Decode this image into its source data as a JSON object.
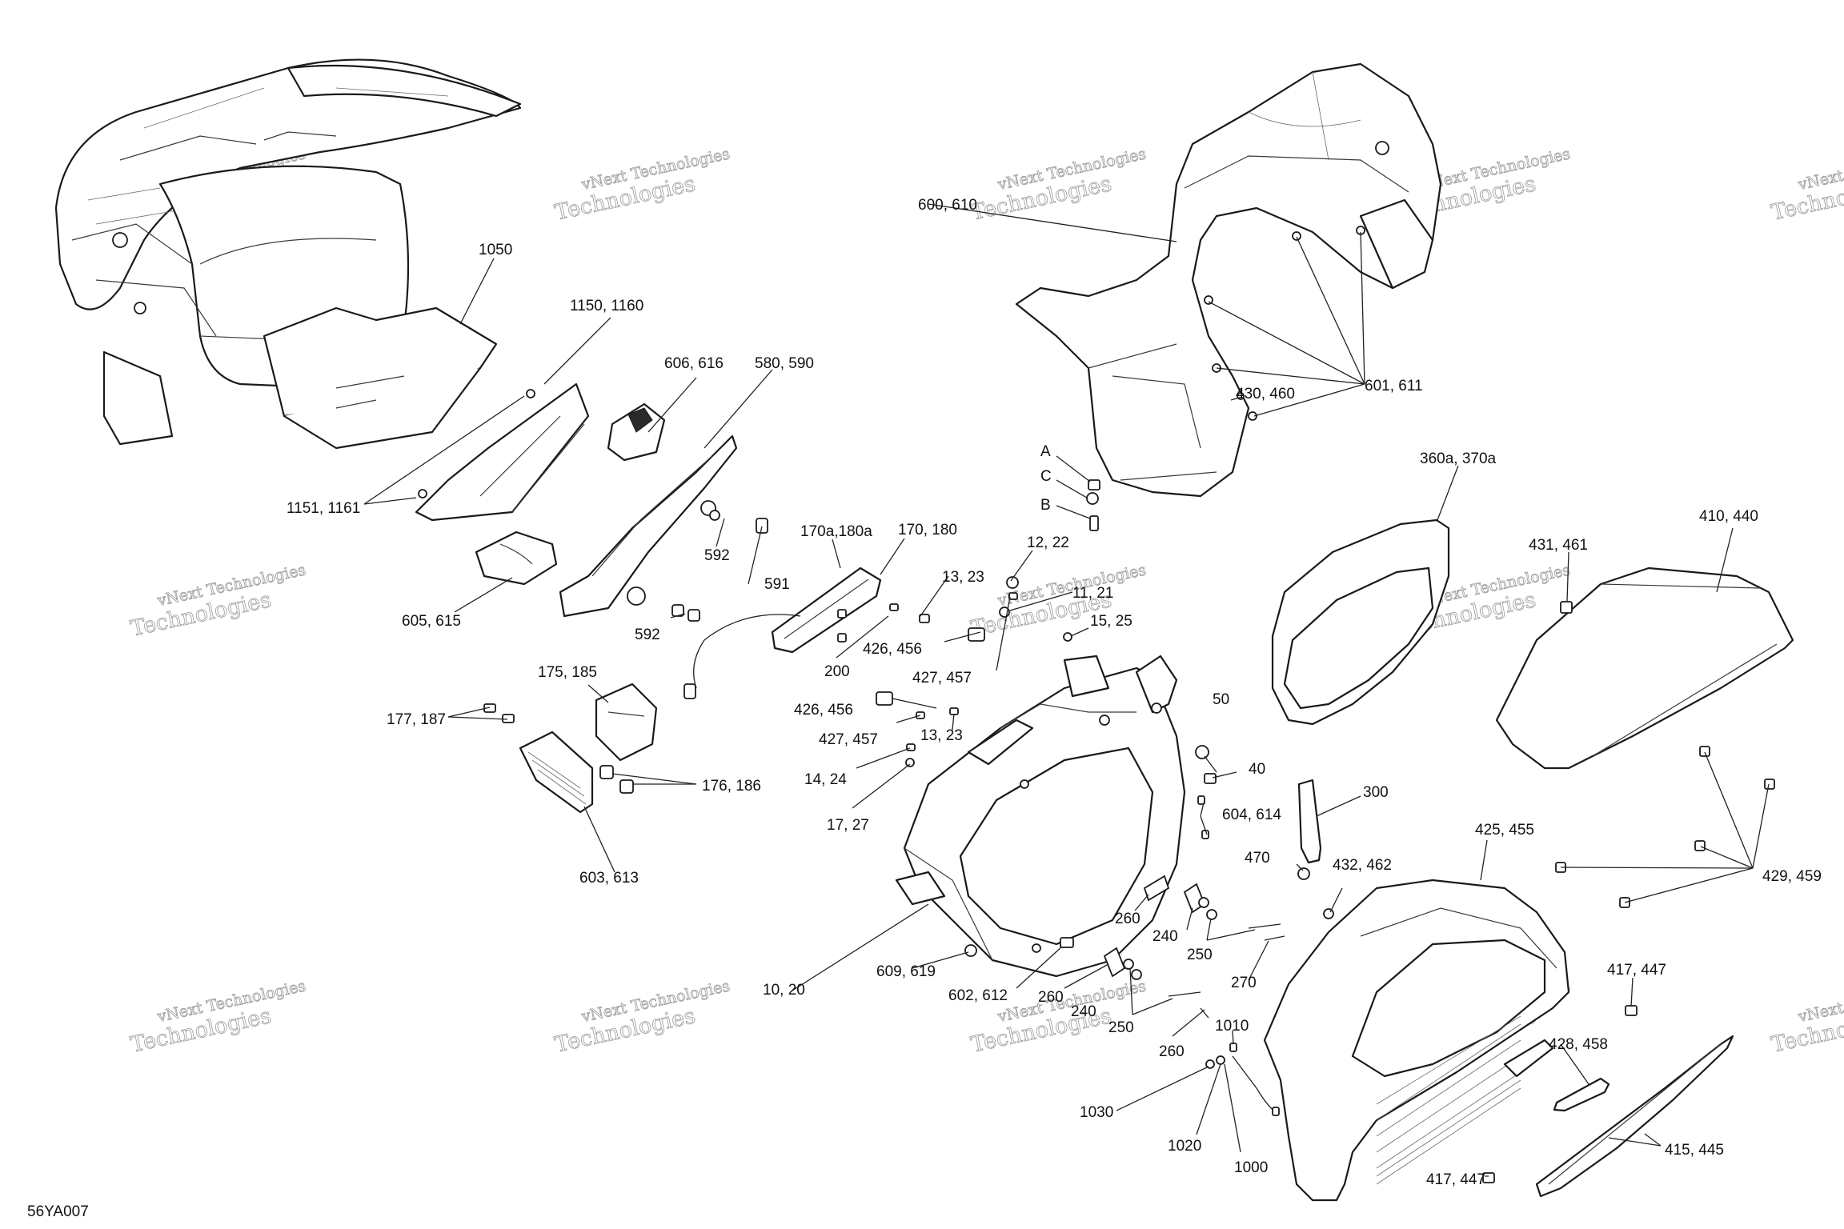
{
  "diagram": {
    "ref_code": "56YA007",
    "watermark": [
      "vNext",
      "Technologies"
    ],
    "watermark_line1": "vNext Technologies",
    "watermark_line2": "Technologies",
    "callouts": [
      "1050",
      "1150, 1160",
      "1151, 1161",
      "606, 616",
      "580, 590",
      "605, 615",
      "592",
      "591",
      "592",
      "170a,180a",
      "170, 180",
      "200",
      "175, 185",
      "177, 187",
      "176, 186",
      "603, 613",
      "600, 610",
      "601, 611",
      "430, 460",
      "A",
      "C",
      "B",
      "12, 22",
      "13, 23",
      "11, 21",
      "15, 25",
      "426, 456",
      "427, 457",
      "426, 456",
      "427, 457",
      "13, 23",
      "14, 24",
      "17, 27",
      "50",
      "40",
      "604, 614",
      "300",
      "360a, 370a",
      "431, 461",
      "410, 440",
      "470",
      "432, 462",
      "425, 455",
      "429, 459",
      "260",
      "240",
      "250",
      "270",
      "609, 619",
      "602, 612",
      "260",
      "240",
      "250",
      "260",
      "10, 20",
      "1010",
      "1030",
      "1020",
      "1000",
      "417, 447",
      "428, 458",
      "415, 445",
      "417, 447"
    ]
  }
}
